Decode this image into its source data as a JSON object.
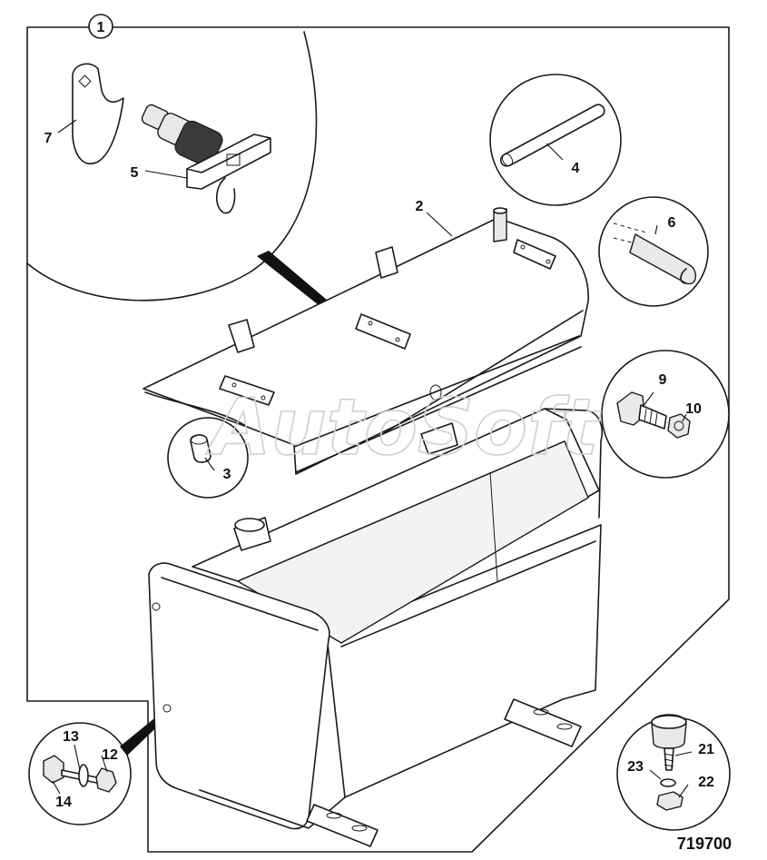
{
  "diagram": {
    "reference_number": "719700",
    "watermark": "AutoSoft",
    "group_marker": "1",
    "callouts": [
      {
        "id": "c2",
        "label": "2"
      },
      {
        "id": "c3",
        "label": "3"
      },
      {
        "id": "c4",
        "label": "4"
      },
      {
        "id": "c5",
        "label": "5"
      },
      {
        "id": "c6",
        "label": "6"
      },
      {
        "id": "c7",
        "label": "7"
      },
      {
        "id": "c9",
        "label": "9"
      },
      {
        "id": "c10",
        "label": "10"
      },
      {
        "id": "c12",
        "label": "12"
      },
      {
        "id": "c13",
        "label": "13"
      },
      {
        "id": "c14",
        "label": "14"
      },
      {
        "id": "c21",
        "label": "21"
      },
      {
        "id": "c22",
        "label": "22"
      },
      {
        "id": "c23",
        "label": "23"
      }
    ]
  }
}
